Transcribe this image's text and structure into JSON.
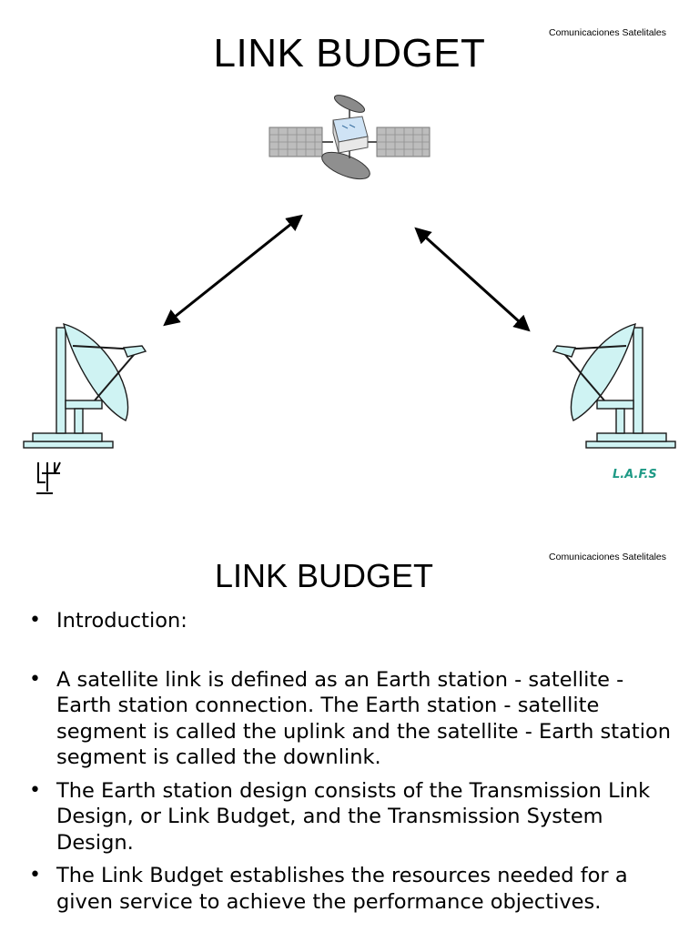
{
  "slide1": {
    "subject": "Comunicaciones Satelitales",
    "title": "LINK BUDGET",
    "right_station_logo": "L.A.F.S"
  },
  "slide2": {
    "subject": "Comunicaciones Satelitales",
    "title": "LINK BUDGET",
    "bullets": [
      "Introduction:",
      "A satellite link is defined as an Earth station - satellite - Earth station connection. The Earth station - satellite segment is called the uplink and the satellite - Earth station segment is called the downlink.",
      "The Earth station design consists of the Transmission Link Design, or Link Budget, and the Transmission System Design.",
      "The Link Budget establishes the resources needed for a given service to achieve the performance objectives."
    ]
  }
}
